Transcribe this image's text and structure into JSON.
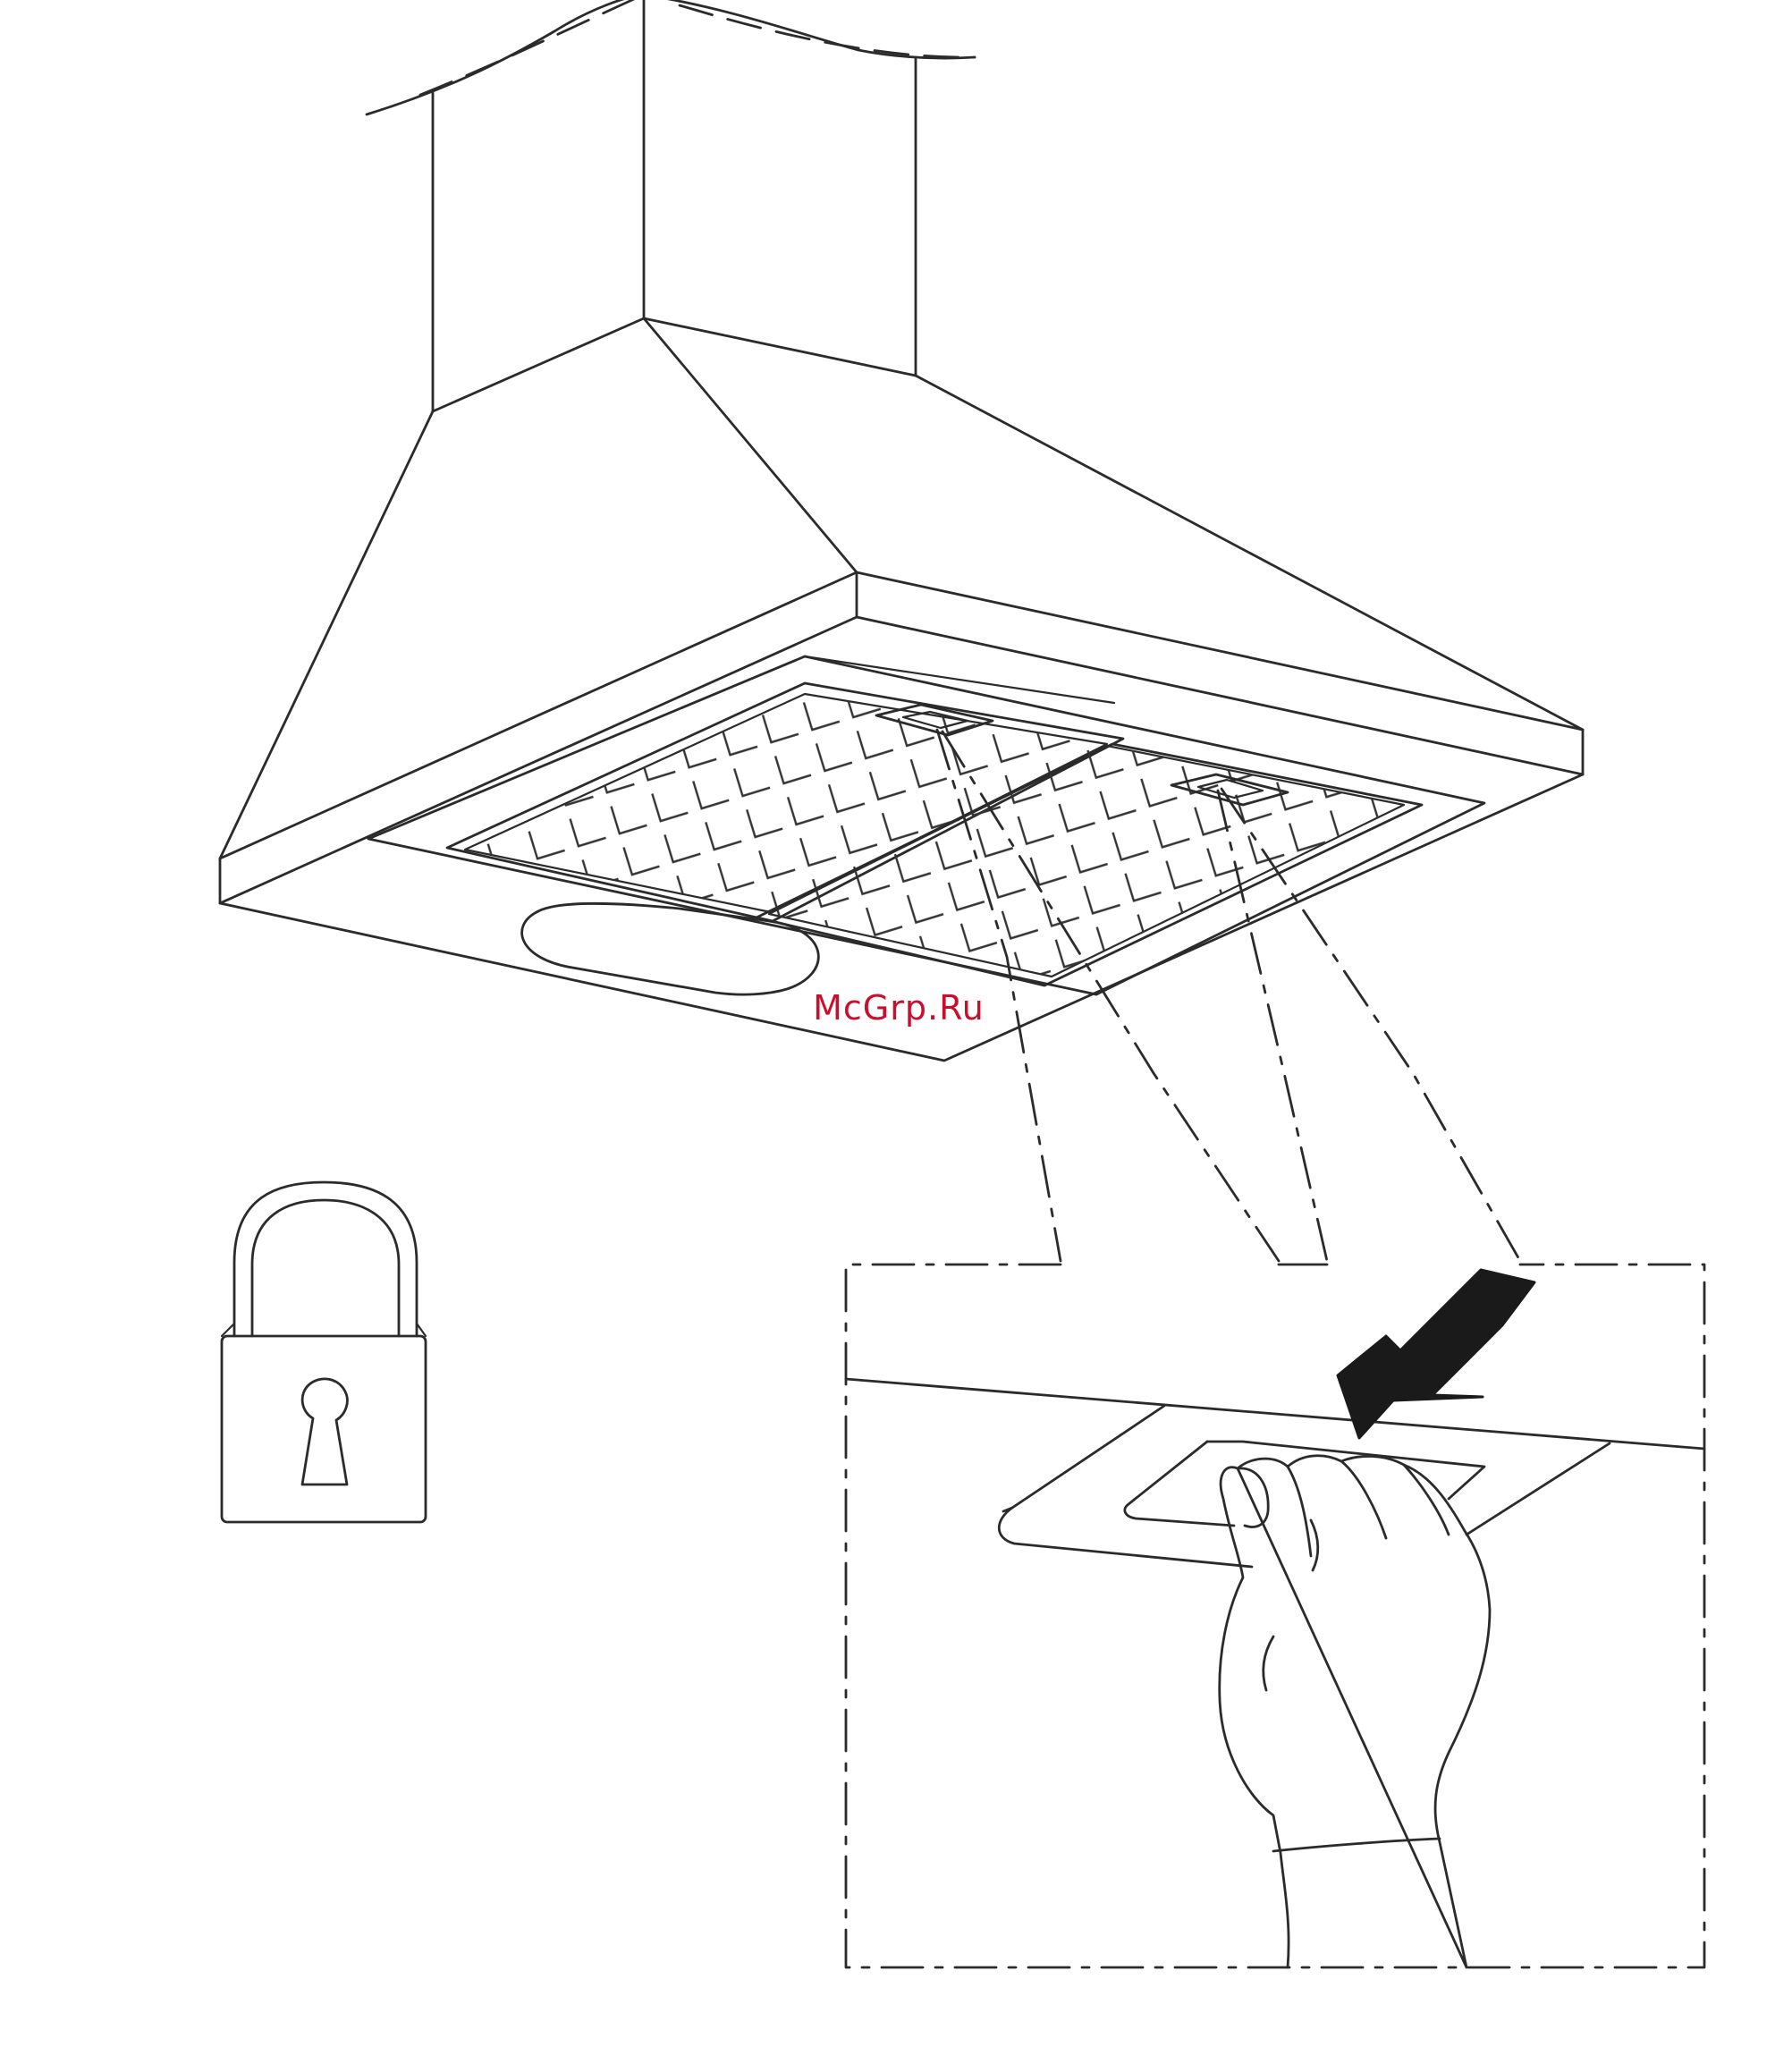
{
  "watermark": {
    "text": "McGrp.Ru",
    "color": "#c8102e"
  },
  "line_color": "#2b2b2b",
  "arrow_color": "#1a1a1a",
  "icons": [
    "range-hood-illustration",
    "padlock-icon",
    "keyhole-icon",
    "detail-callout",
    "filter-latch",
    "push-arrow",
    "hand-illustration"
  ]
}
